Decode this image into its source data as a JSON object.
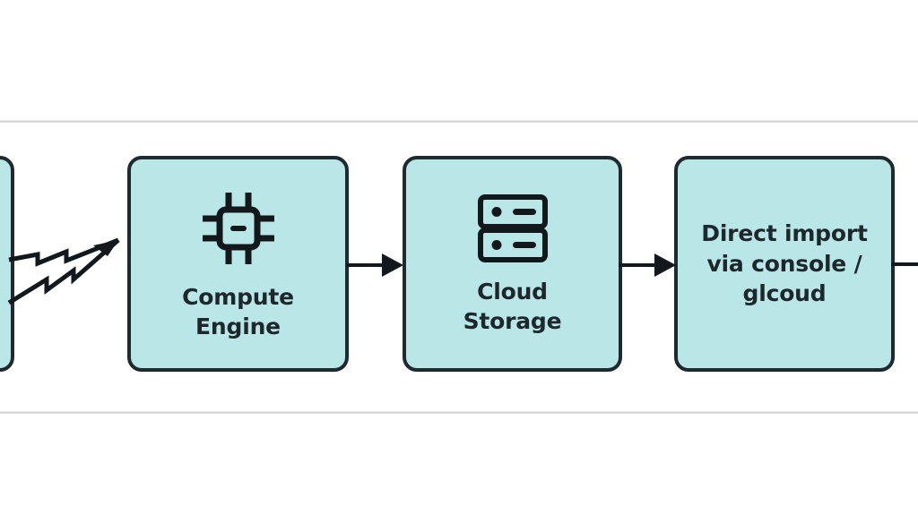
{
  "diagram": {
    "type": "flow",
    "background_color": "#ffffff",
    "node_fill_color": "#b9e7e8",
    "node_border_color": "#1f292e",
    "text_color": "#1d272c",
    "separator_color": "#d2d2d2",
    "nodes": [
      {
        "id": "partial-left",
        "label": "",
        "icon": "none",
        "clipped": "true"
      },
      {
        "id": "compute-engine",
        "label": "Compute\nEngine",
        "icon": "cpu-chip-icon"
      },
      {
        "id": "cloud-storage",
        "label": "Cloud\nStorage",
        "icon": "server-rack-icon"
      },
      {
        "id": "direct-import",
        "label": "Direct import\nvia console /\nglcoud",
        "icon": "none"
      }
    ],
    "connectors": [
      {
        "id": "bolts",
        "from": "partial-left",
        "to": "compute-engine",
        "style": "double-lightning-arrow"
      },
      {
        "id": "arrow-1",
        "from": "compute-engine",
        "to": "cloud-storage",
        "style": "solid-arrow"
      },
      {
        "id": "arrow-2",
        "from": "cloud-storage",
        "to": "direct-import",
        "style": "solid-arrow"
      },
      {
        "id": "exit",
        "from": "direct-import",
        "to": "",
        "style": "solid-line-clipped"
      }
    ]
  }
}
